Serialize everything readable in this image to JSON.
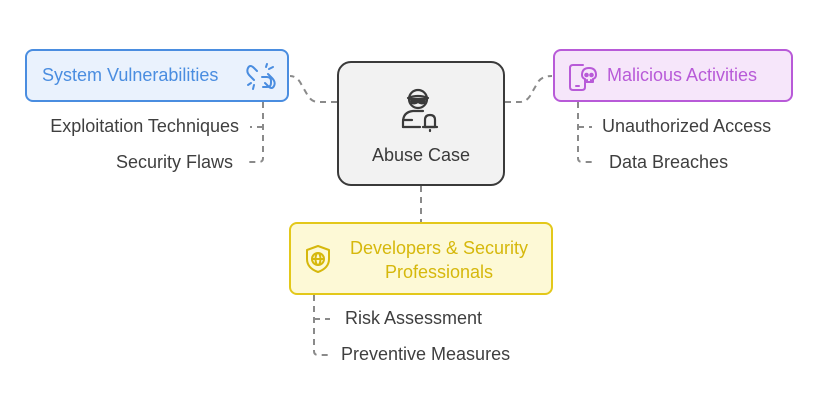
{
  "center": {
    "label": "Abuse Case",
    "icon": "hacker-bell-icon"
  },
  "branches": [
    {
      "label": "System Vulnerabilities",
      "icon": "broken-link-icon",
      "color": "#4a8de0",
      "background": "#eaf2fd",
      "children": [
        "Exploitation Techniques",
        "Security Flaws"
      ]
    },
    {
      "label": "Malicious Activities",
      "icon": "phone-skull-icon",
      "color": "#b85ad8",
      "background": "#f6e6fa",
      "children": [
        "Unauthorized Access",
        "Data Breaches"
      ]
    },
    {
      "label": "Developers & Security Professionals",
      "icon": "shield-globe-icon",
      "color": "#d6b80c",
      "background": "#fdf9d6",
      "children": [
        "Risk Assessment",
        "Preventive Measures"
      ]
    }
  ],
  "connector_color": "#8a8a8a"
}
